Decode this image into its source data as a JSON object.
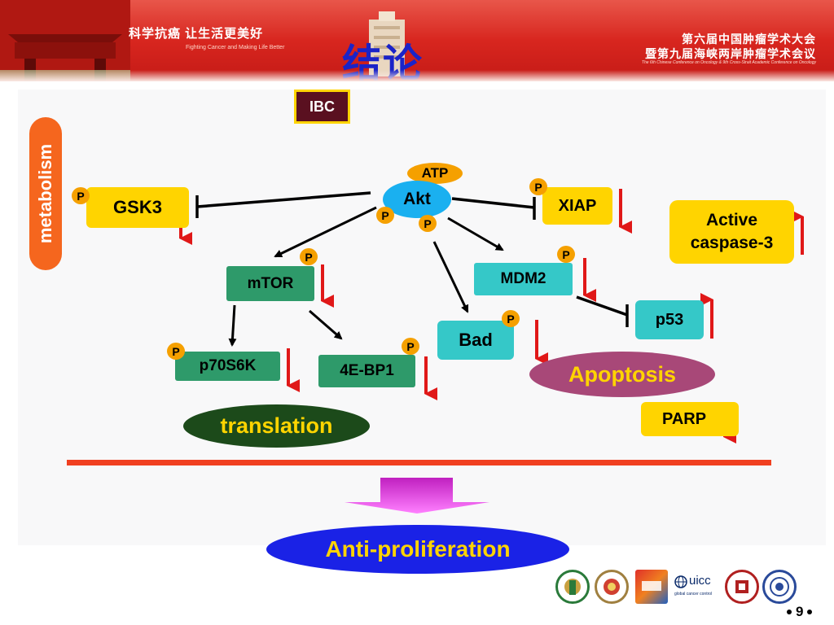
{
  "header": {
    "slogan_cn": "科学抗癌  让生活更美好",
    "slogan_en": "Fighting Cancer and Making Life Better",
    "title": "结论",
    "conference_line1": "第六届中国肿瘤学术大会",
    "conference_line2": "暨第九届海峡两岸肿瘤学术会议",
    "conference_en": "The 6th Chinese Conference on Oncology & 9th Cross-Strait Academic Conference on Oncology"
  },
  "diagram": {
    "ibc": "IBC",
    "metabolism": "metabolism",
    "atp": "ATP",
    "akt": "Akt",
    "p": "P",
    "gsk3": "GSK3",
    "xiap": "XIAP",
    "active_caspase": "Active caspase-3",
    "mtor": "mTOR",
    "mdm2": "MDM2",
    "p53": "p53",
    "bad": "Bad",
    "p70s6k": "p70S6K",
    "four_ebp1": "4E-BP1",
    "apoptosis": "Apoptosis",
    "translation": "translation",
    "parp": "PARP",
    "anti_proliferation": "Anti-proliferation"
  },
  "footer": {
    "logos": [
      "seal-logo-1",
      "seal-logo-2",
      "cacr-logo",
      "uicc-logo",
      "seal-logo-5",
      "seal-logo-6"
    ],
    "uicc_text": "uicc",
    "uicc_sub": "global cancer control",
    "page_number": "9"
  },
  "colors": {
    "gold_box": "#ffd400",
    "green_box": "#2e9a6a",
    "teal_box": "#35c8c8",
    "akt_oval": "#1ab0f0",
    "phospho": "#f5a000",
    "red_arrow": "#e01818",
    "metabolism_oval": "#f5661e",
    "apoptosis_oval": "#a84878",
    "translation_oval": "#1c4a1a",
    "antiprolif_oval": "#1a22e6",
    "divider": "#f04020",
    "title_blue": "#1a23c8"
  }
}
